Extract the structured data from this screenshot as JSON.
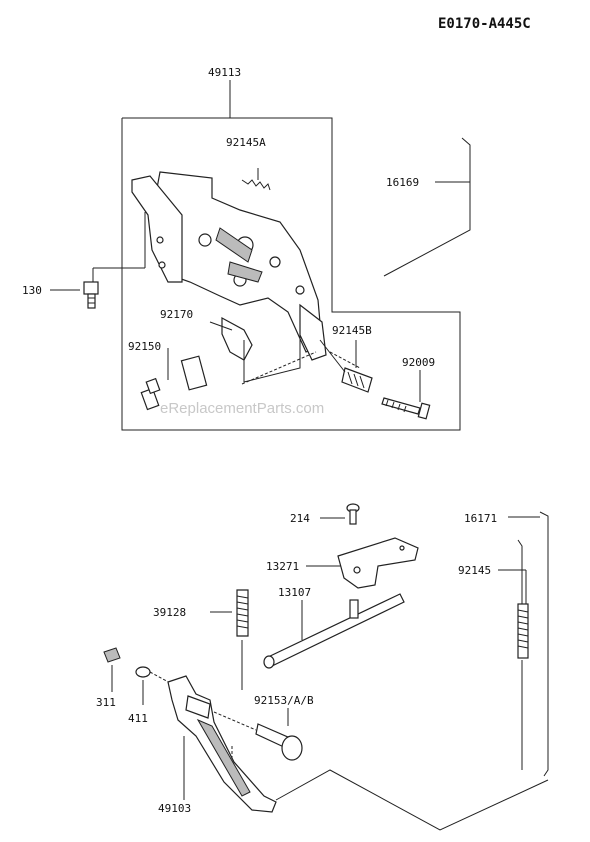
{
  "diagram_code": "E0170-A445C",
  "watermark": "eReplacementParts.com",
  "parts": {
    "p49113": "49113",
    "p92145A": "92145A",
    "p16169": "16169",
    "p130": "130",
    "p92170": "92170",
    "p92145B": "92145B",
    "p92150": "92150",
    "p92009": "92009",
    "p214": "214",
    "p16171": "16171",
    "p13271": "13271",
    "p92145": "92145",
    "p39128": "39128",
    "p13107": "13107",
    "p311": "311",
    "p411": "411",
    "p92153": "92153/A/B",
    "p49103": "49103"
  }
}
